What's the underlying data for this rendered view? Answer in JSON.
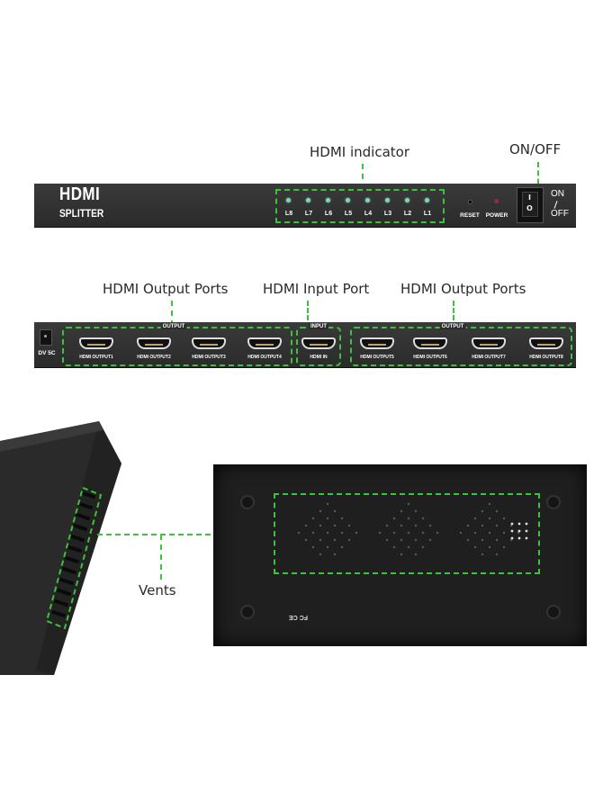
{
  "figure": {
    "type": "annotated product diagram",
    "subject": "HDMI Splitter (1 in, 8 out)",
    "accent_color": "#3cc23c",
    "panel_color": "#2d2d2d"
  },
  "front_panel": {
    "brand_title": "HDMI",
    "brand_subtitle": "SPLITTER",
    "callouts": {
      "indicator": "HDMI indicator",
      "power_switch": "ON/OFF"
    },
    "led_labels": [
      "L8",
      "L7",
      "L6",
      "L5",
      "L4",
      "L3",
      "L2",
      "L1"
    ],
    "reset_label": "RESET",
    "power_label": "POWER",
    "switch_on": "ON",
    "switch_off": "OFF",
    "switch_glyph_top": "I",
    "switch_glyph_bottom": "O"
  },
  "back_panel": {
    "callouts": {
      "output_left": "HDMI Output Ports",
      "input": "HDMI Input Port",
      "output_right": "HDMI Output Ports"
    },
    "dc_label": "DV 5C",
    "output_group_label": "OUTPUT",
    "input_group_label": "INPUT",
    "ports_left": [
      "HDMI OUTPUT1",
      "HDMI OUTPUT2",
      "HDMI OUTPUT3",
      "HDMI OUTPUT4"
    ],
    "input_port": "HDMI IN",
    "ports_right": [
      "HDMI OUTPUT5",
      "HDMI OUTPUT6",
      "HDMI OUTPUT7",
      "HDMI OUTPUT8"
    ]
  },
  "vents": {
    "callout": "Vents",
    "cert_marks": "FC CE"
  }
}
